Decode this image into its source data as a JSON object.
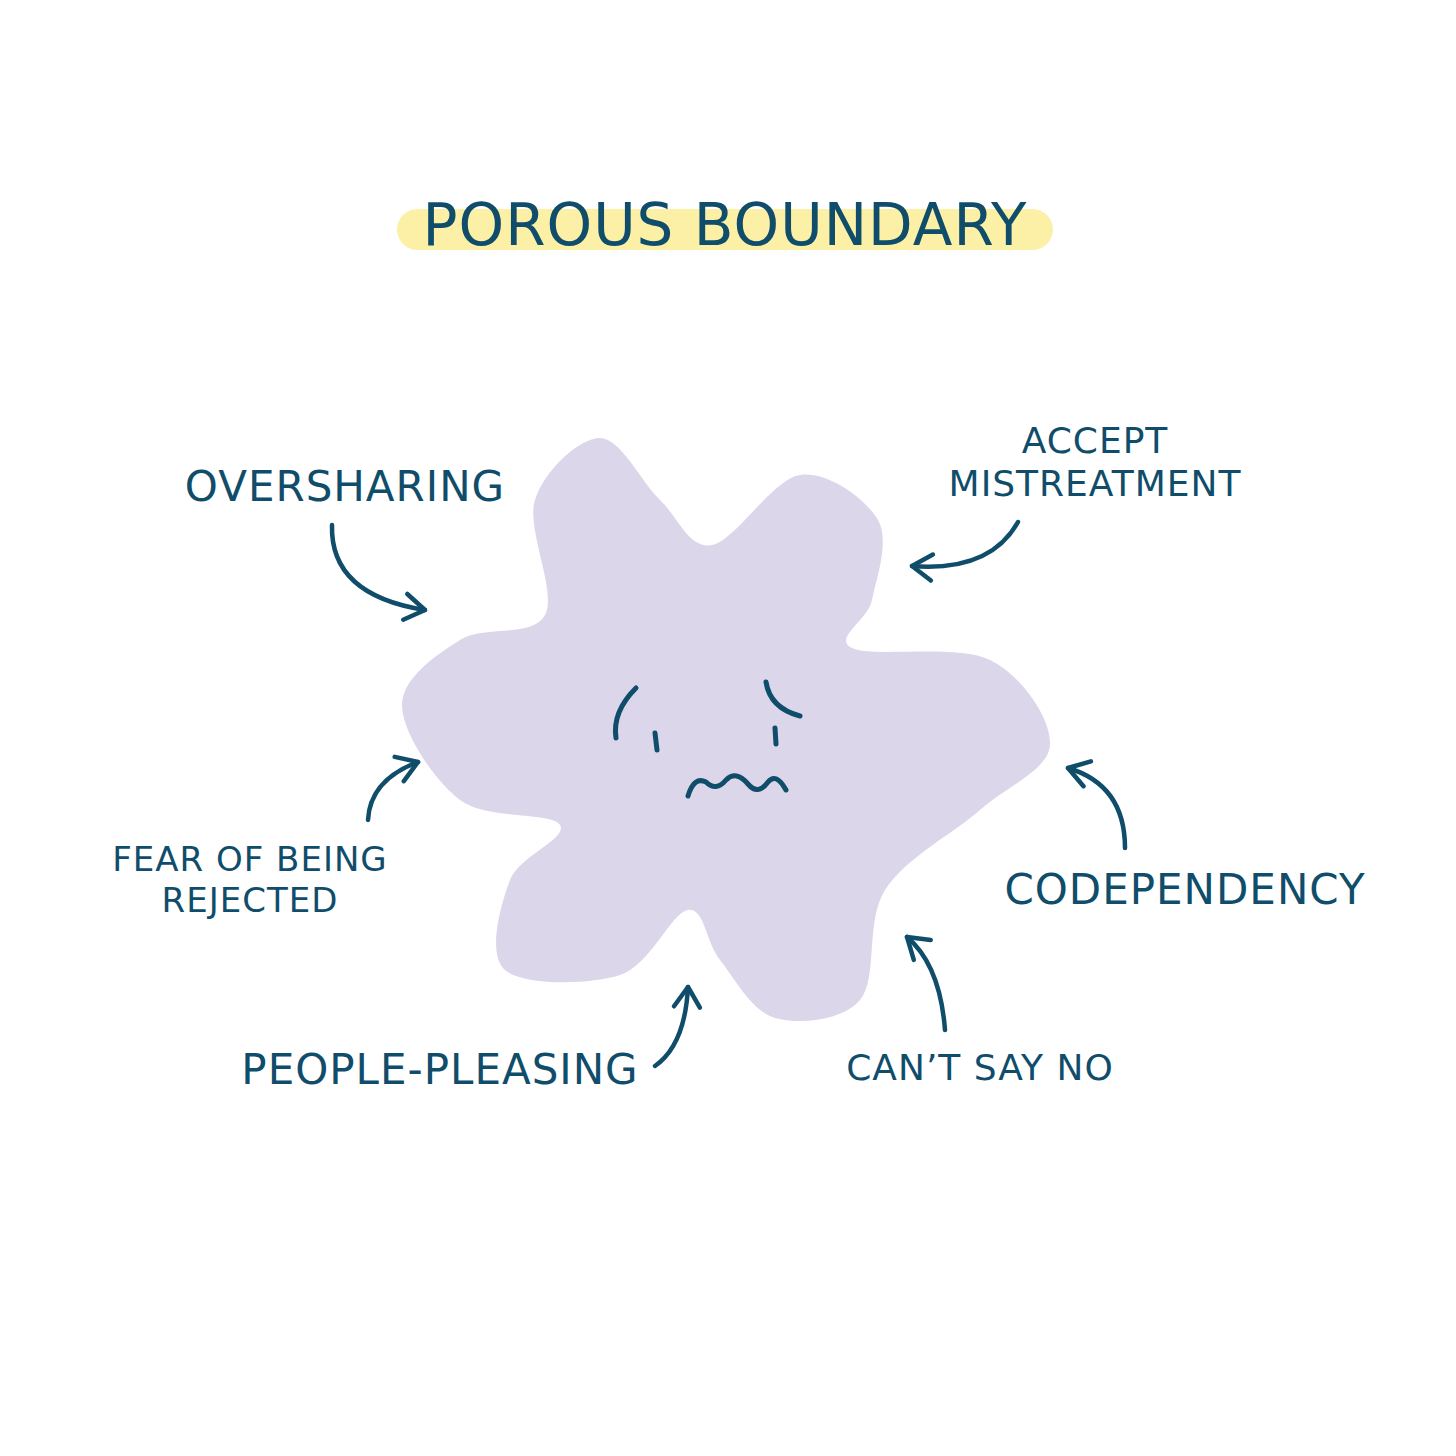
{
  "diagram": {
    "title": "POROUS BOUNDARY",
    "labels": [
      "OVERSHARING",
      "ACCEPT MISTREATMENT",
      "FEAR OF BEING REJECTED",
      "CODEPENDENCY",
      "PEOPLE-PLEASING",
      "CAN’T SAY NO"
    ]
  }
}
